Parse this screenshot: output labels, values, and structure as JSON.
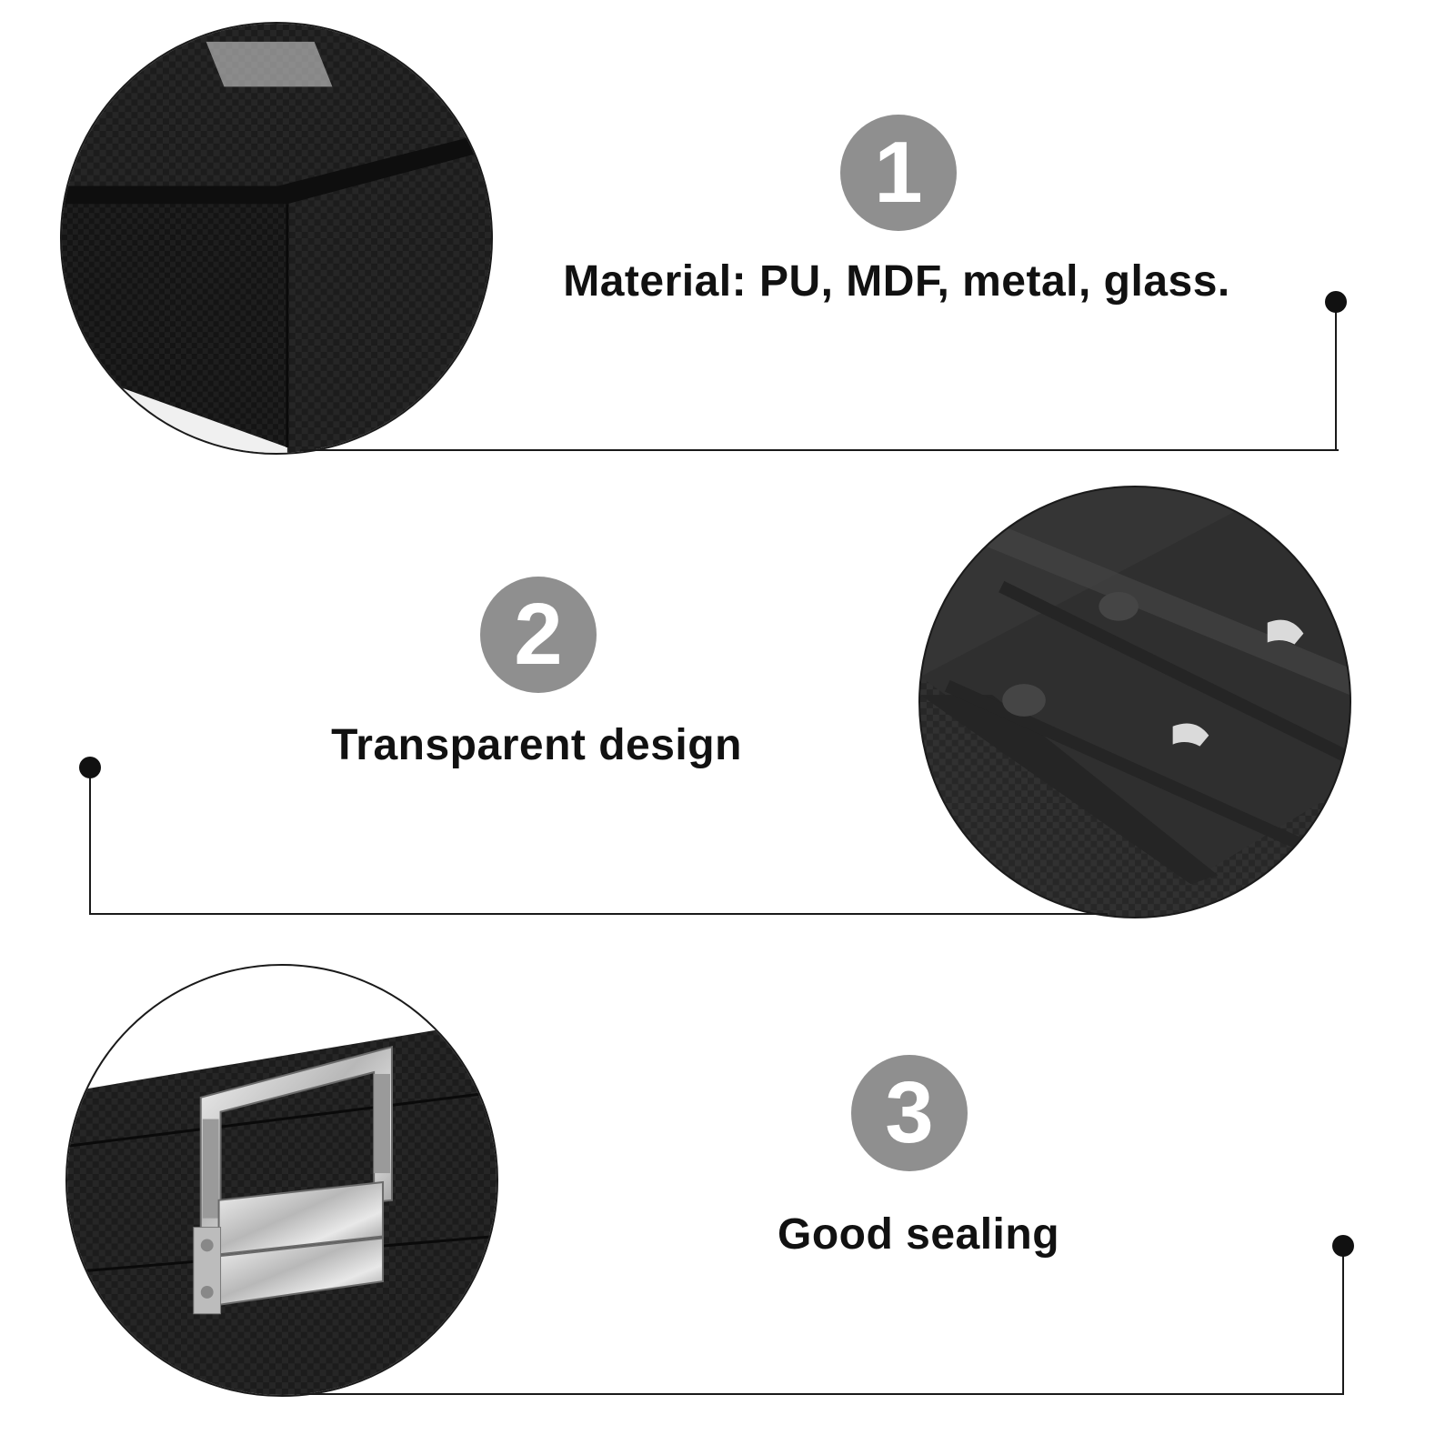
{
  "features": [
    {
      "number": "1",
      "caption": "Material: PU, MDF, metal, glass."
    },
    {
      "number": "2",
      "caption": "Transparent design"
    },
    {
      "number": "3",
      "caption": "Good sealing"
    }
  ],
  "colors": {
    "badge": "#8f8f8f",
    "text": "#111111",
    "line": "#1a1a1a",
    "leather": "#1b1b1b"
  }
}
